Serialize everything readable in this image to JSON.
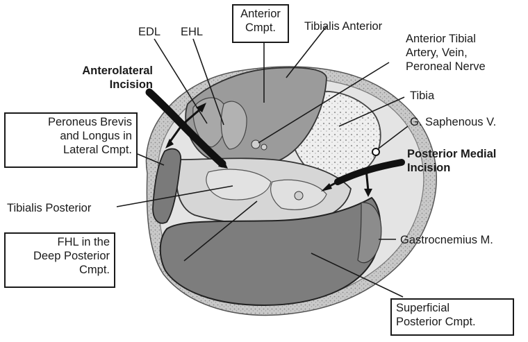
{
  "labels": {
    "edl": "EDL",
    "ehl": "EHL",
    "anterior_cmpt": [
      "Anterior",
      "Cmpt."
    ],
    "tibialis_anterior": "Tibialis Anterior",
    "anterior_tibial": [
      "Anterior Tibial",
      "Artery, Vein,",
      "Peroneal Nerve"
    ],
    "anterolateral_incision": [
      "Anterolateral",
      "Incision"
    ],
    "tibia": "Tibia",
    "g_saphenous": "G. Saphenous V.",
    "peroneus": [
      "Peroneus Brevis",
      "and Longus in",
      "Lateral Cmpt."
    ],
    "posterior_medial_incision": [
      "Posterior Medial",
      "Incision"
    ],
    "tibialis_posterior": "Tibialis Posterior",
    "fhl": [
      "FHL in the",
      "Deep Posterior",
      "Cmpt."
    ],
    "gastrocnemius": "Gastrocnemius M.",
    "superficial_posterior": [
      "Superficial",
      "Posterior Cmpt."
    ]
  },
  "colors": {
    "outline": "#1a1a1a",
    "skin_ring": "#b5b5b5",
    "fat_layer": "#dcdcdc",
    "anterior_muscle": "#9b9b9b",
    "deep_posterior": "#d6d6d6",
    "superficial_posterior": "#7d7d7d",
    "lateral_muscle": "#7a7a7a",
    "bone": "#ececec"
  }
}
